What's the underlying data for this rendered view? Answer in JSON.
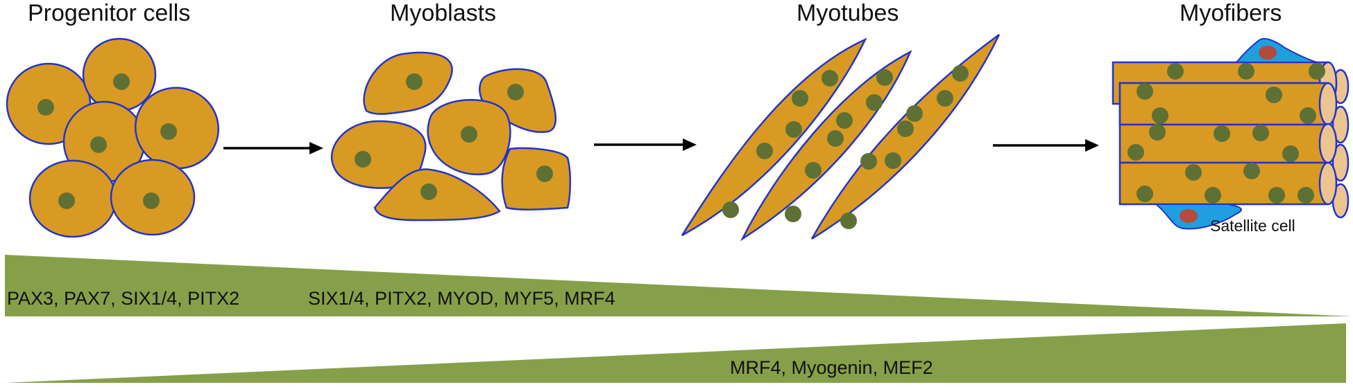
{
  "stages": {
    "progenitor": "Progenitor cells",
    "myoblasts": "Myoblasts",
    "myotubes": "Myotubes",
    "myofibers": "Myofibers"
  },
  "satellite_label": "Satellite cell",
  "gradients": {
    "decreasing": {
      "markers_early": "PAX3, PAX7, SIX1/4, PITX2",
      "markers_mid": "SIX1/4, PITX2, MYOD, MYF5, MRF4"
    },
    "increasing": {
      "markers_late": "MRF4, Myogenin, MEF2"
    }
  },
  "colors": {
    "cell_fill": "#d89a22",
    "outline": "#2233cc",
    "nucleus": "#5f7034",
    "fiber_end": "#ecc58e",
    "satellite": "#1f9fe0",
    "satellite_nucleus": "#b34a3c",
    "wedge": "#86a04a"
  }
}
